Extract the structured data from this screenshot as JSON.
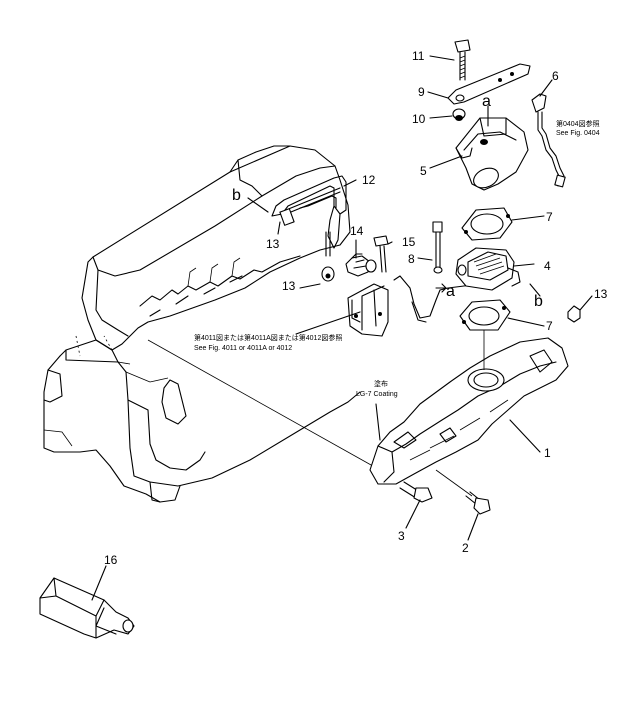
{
  "callouts": [
    {
      "id": "callout-11",
      "text": "11"
    },
    {
      "id": "callout-9",
      "text": "9"
    },
    {
      "id": "callout-10",
      "text": "10"
    },
    {
      "id": "callout-5",
      "text": "5"
    },
    {
      "id": "callout-6",
      "text": "6"
    },
    {
      "id": "callout-12",
      "text": "12"
    },
    {
      "id": "callout-13a",
      "text": "13"
    },
    {
      "id": "callout-13b",
      "text": "13"
    },
    {
      "id": "callout-13c",
      "text": "13"
    },
    {
      "id": "callout-14",
      "text": "14"
    },
    {
      "id": "callout-15",
      "text": "15"
    },
    {
      "id": "callout-8",
      "text": "8"
    },
    {
      "id": "callout-7a",
      "text": "7"
    },
    {
      "id": "callout-7b",
      "text": "7"
    },
    {
      "id": "callout-4",
      "text": "4"
    },
    {
      "id": "callout-1",
      "text": "1"
    },
    {
      "id": "callout-2",
      "text": "2"
    },
    {
      "id": "callout-3",
      "text": "3"
    },
    {
      "id": "callout-16",
      "text": "16"
    }
  ],
  "letters": {
    "a_top": "a",
    "a_mid": "a",
    "b_left": "b",
    "b_right": "b"
  },
  "notes": {
    "fig0404_jp": "第0404図参照",
    "fig0404_en": "See Fig. 0404",
    "fig4011_jp": "第4011図または第4011A図または第4012図参照",
    "fig4011_en": "See Fig. 4011 or 4011A or 4012",
    "coating_jp": "塗布",
    "coating_en": "LG-7 Coating"
  }
}
